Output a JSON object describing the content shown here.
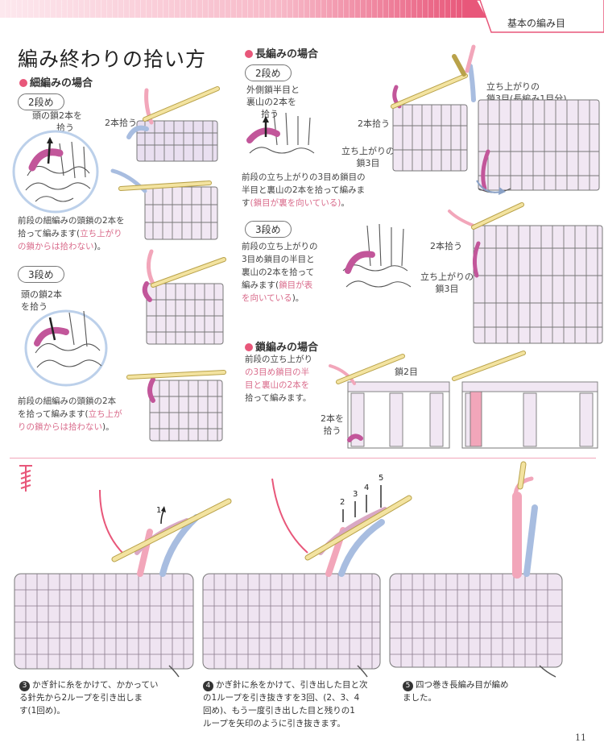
{
  "header": {
    "title": "基本の編み目"
  },
  "page_title": "編み終わりの拾い方",
  "left": {
    "section_title": "細編みの場合",
    "step2": {
      "pill": "2段め",
      "label_head": "頭の鎖2本を",
      "label_head2": "拾う",
      "label_pick": "2本拾う",
      "text1": "前段の細編みの頭鎖の2本を",
      "text2": "拾って編みます(",
      "text2_pink": "立ち上がり",
      "text3_pink": "の鎖からは拾わない",
      "text3": ")。"
    },
    "step3": {
      "pill": "3段め",
      "label_head": "頭の鎖2本",
      "label_head2": "を拾う",
      "text1": "前段の細編みの頭鎖の2本",
      "text2": "を拾って編みます(",
      "text2_pink": "立ち上が",
      "text3_pink": "りの鎖からは拾わない",
      "text3": ")。"
    }
  },
  "right": {
    "section_title": "長編みの場合",
    "step2": {
      "pill": "2段め",
      "label_outer1": "外側鎖半目と",
      "label_outer2": "裏山の2本を",
      "label_outer3": "拾う",
      "label_pick": "2本拾う",
      "label_stand1": "立ち上がりの",
      "label_stand2": "鎖3目",
      "label_top1": "立ち上がりの",
      "label_top2": "鎖3目(長編み1目分)",
      "text1": "前段の立ち上がりの3目め鎖目の",
      "text2": "半目と裏山の2本を拾って編みま",
      "text3": "す",
      "text3_pink": "(鎖目が裏を向いている)",
      "text3_end": "。"
    },
    "step3": {
      "pill": "3段め",
      "label_pick": "2本拾う",
      "label_stand1": "立ち上がりの",
      "label_stand2": "鎖3目",
      "text1": "前段の立ち上がりの",
      "text2": "3目め鎖目の半目と",
      "text3": "裏山の2本を拾って",
      "text4": "編みます(",
      "text4_pink": "鎖目が表",
      "text5_pink": "を向いている",
      "text5": ")。"
    },
    "chain": {
      "section_title": "鎖編みの場合",
      "label_chain": "鎖2目",
      "label_pick1": "2本を",
      "label_pick2": "拾う",
      "text1": "前段の立ち上がり",
      "text2_pink": "の3目め鎖目の半",
      "text3_pink": "目と裏山の2本を",
      "text4": "拾って編みます。"
    }
  },
  "bottom": {
    "step3": {
      "num": "3",
      "line1": "かぎ針に糸をかけて、かかってい",
      "line2": "る針先から2ループを引き出しま",
      "line3": "す(1回め)。",
      "arrow": "1"
    },
    "step4": {
      "num": "4",
      "line1": "かぎ針に糸をかけて、引き出した目と次",
      "line2": "の1ループを引き抜きすを3回、(2、3、4",
      "line3": "回め)、もう一度引き出した目と残りの1",
      "line4": "ループを矢印のように引き抜きます。",
      "arrows": [
        "2",
        "3",
        "4",
        "5"
      ]
    },
    "step5": {
      "num": "5",
      "line1": "四つ巻き長編み目が編め",
      "line2": "ました。"
    }
  },
  "page_number": "11",
  "colors": {
    "accent": "#e8577a",
    "yarn_pink": "#f2a6ba",
    "yarn_lilac": "#d9c6e6",
    "yarn_blue": "#a8bde0",
    "hook": "#f3e3a0"
  }
}
